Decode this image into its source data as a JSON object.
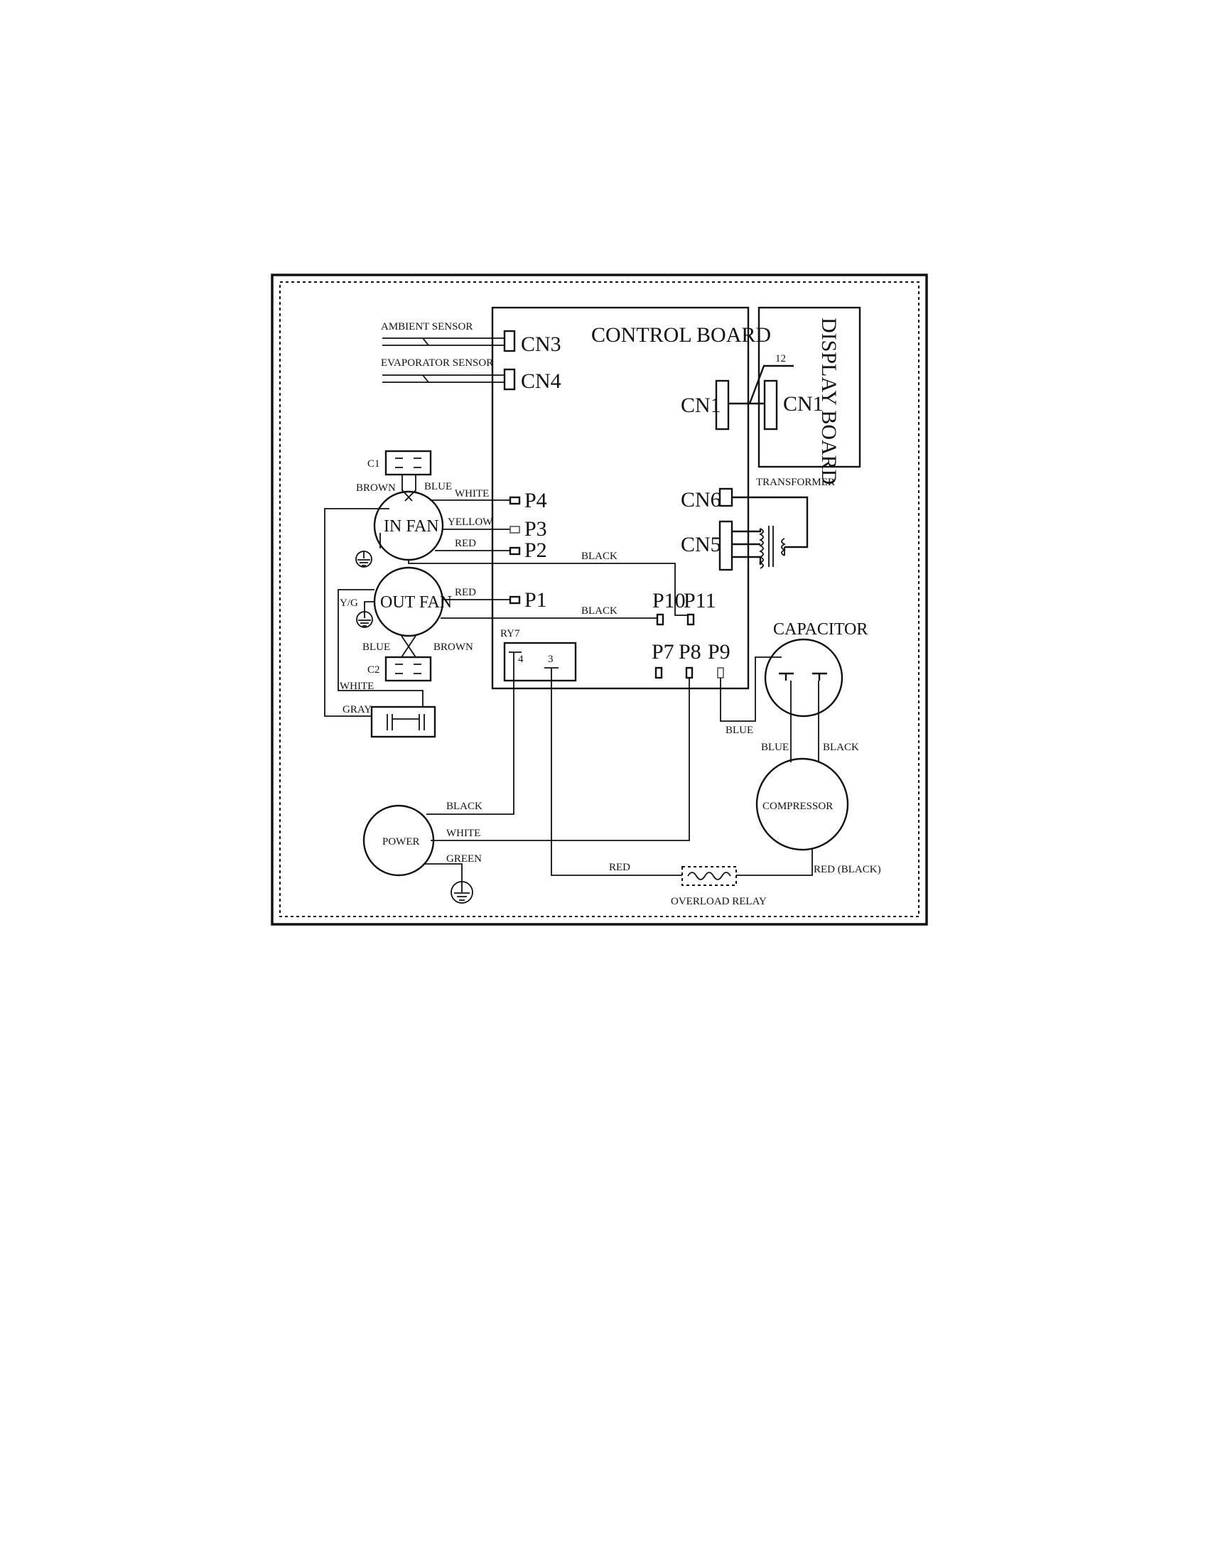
{
  "labels": {
    "control_board": "CONTROL BOARD",
    "display_board": "DISPLAY BOARD",
    "ambient_sensor": "AMBIENT SENSOR",
    "evaporator_sensor": "EVAPORATOR SENSOR",
    "transformer": "TRANSFORMER",
    "capacitor": "CAPACITOR",
    "compressor": "COMPRESSOR",
    "power": "POWER",
    "overload_relay": "OVERLOAD RELAY",
    "in_fan": "IN FAN",
    "out_fan": "OUT FAN",
    "c1": "C1",
    "c2": "C2",
    "ry7": "RY7",
    "pin4": "4",
    "pin3": "3",
    "wire_12": "12",
    "yg": "Y/G"
  },
  "connectors": {
    "cn3": "CN3",
    "cn4": "CN4",
    "cn1_control": "CN1",
    "cn1_display": "CN1",
    "cn6": "CN6",
    "cn5": "CN5",
    "p1": "P1",
    "p2": "P2",
    "p3": "P3",
    "p4": "P4",
    "p7": "P7",
    "p8": "P8",
    "p9": "P9",
    "p10": "P10",
    "p11": "P11"
  },
  "wires": {
    "brown_c1": "BROWN",
    "blue_c1": "BLUE",
    "white_p4": "WHITE",
    "yellow_p3": "YELLOW",
    "red_p2": "RED",
    "black_p11": "BLACK",
    "red_p1": "RED",
    "black_p10": "BLACK",
    "blue_c2": "BLUE",
    "brown_c2": "BROWN",
    "white_c2": "WHITE",
    "gray": "GRAY",
    "blue_p9": "BLUE",
    "blue_comp": "BLUE",
    "black_comp": "BLACK",
    "black_power": "BLACK",
    "white_power": "WHITE",
    "green_power": "GREEN",
    "red_overload": "RED",
    "red_black": "RED (BLACK)"
  }
}
